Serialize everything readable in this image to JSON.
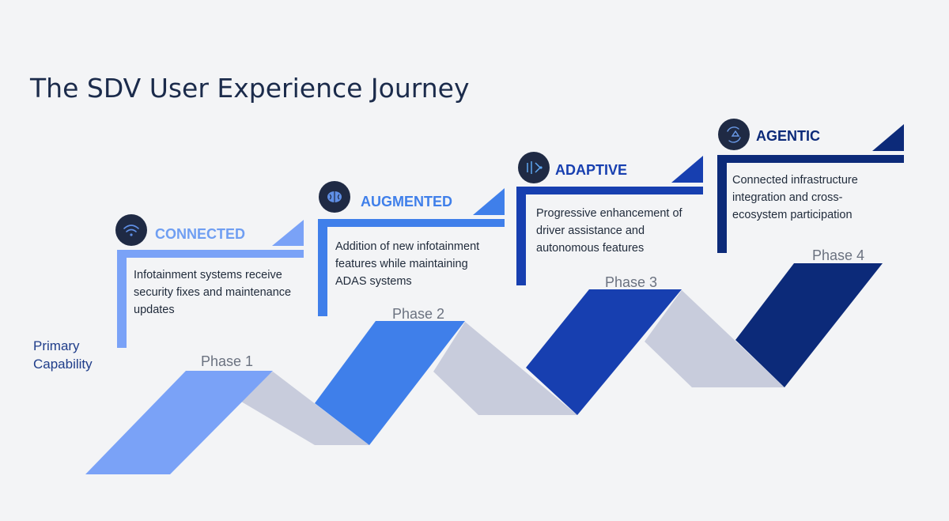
{
  "title": "The SDV User Experience Journey",
  "axis_label": "Primary Capability",
  "colors": {
    "phase1": "#7aa2f7",
    "phase2": "#3f7fea",
    "phase3": "#173fb0",
    "phase4": "#0c2a79",
    "connector": "#c8ccdc",
    "background": "#f3f4f6",
    "icon_circle": "#1f2a44"
  },
  "phases": [
    {
      "phase_label": "Phase 1",
      "name": "CONNECTED",
      "icon": "wifi-icon",
      "description": "Infotainment systems receive security fixes and maintenance updates"
    },
    {
      "phase_label": "Phase 2",
      "name": "AUGMENTED",
      "icon": "brain-icon",
      "description": "Addition of new infotainment features while maintaining ADAS systems"
    },
    {
      "phase_label": "Phase 3",
      "name": "ADAPTIVE",
      "icon": "ai-chip-icon",
      "description": "Progressive enhancement of driver assistance and autonomous features"
    },
    {
      "phase_label": "Phase 4",
      "name": "AGENTIC",
      "icon": "cycle-network-icon",
      "description": "Connected infrastructure integration and cross-ecosystem participation"
    }
  ]
}
